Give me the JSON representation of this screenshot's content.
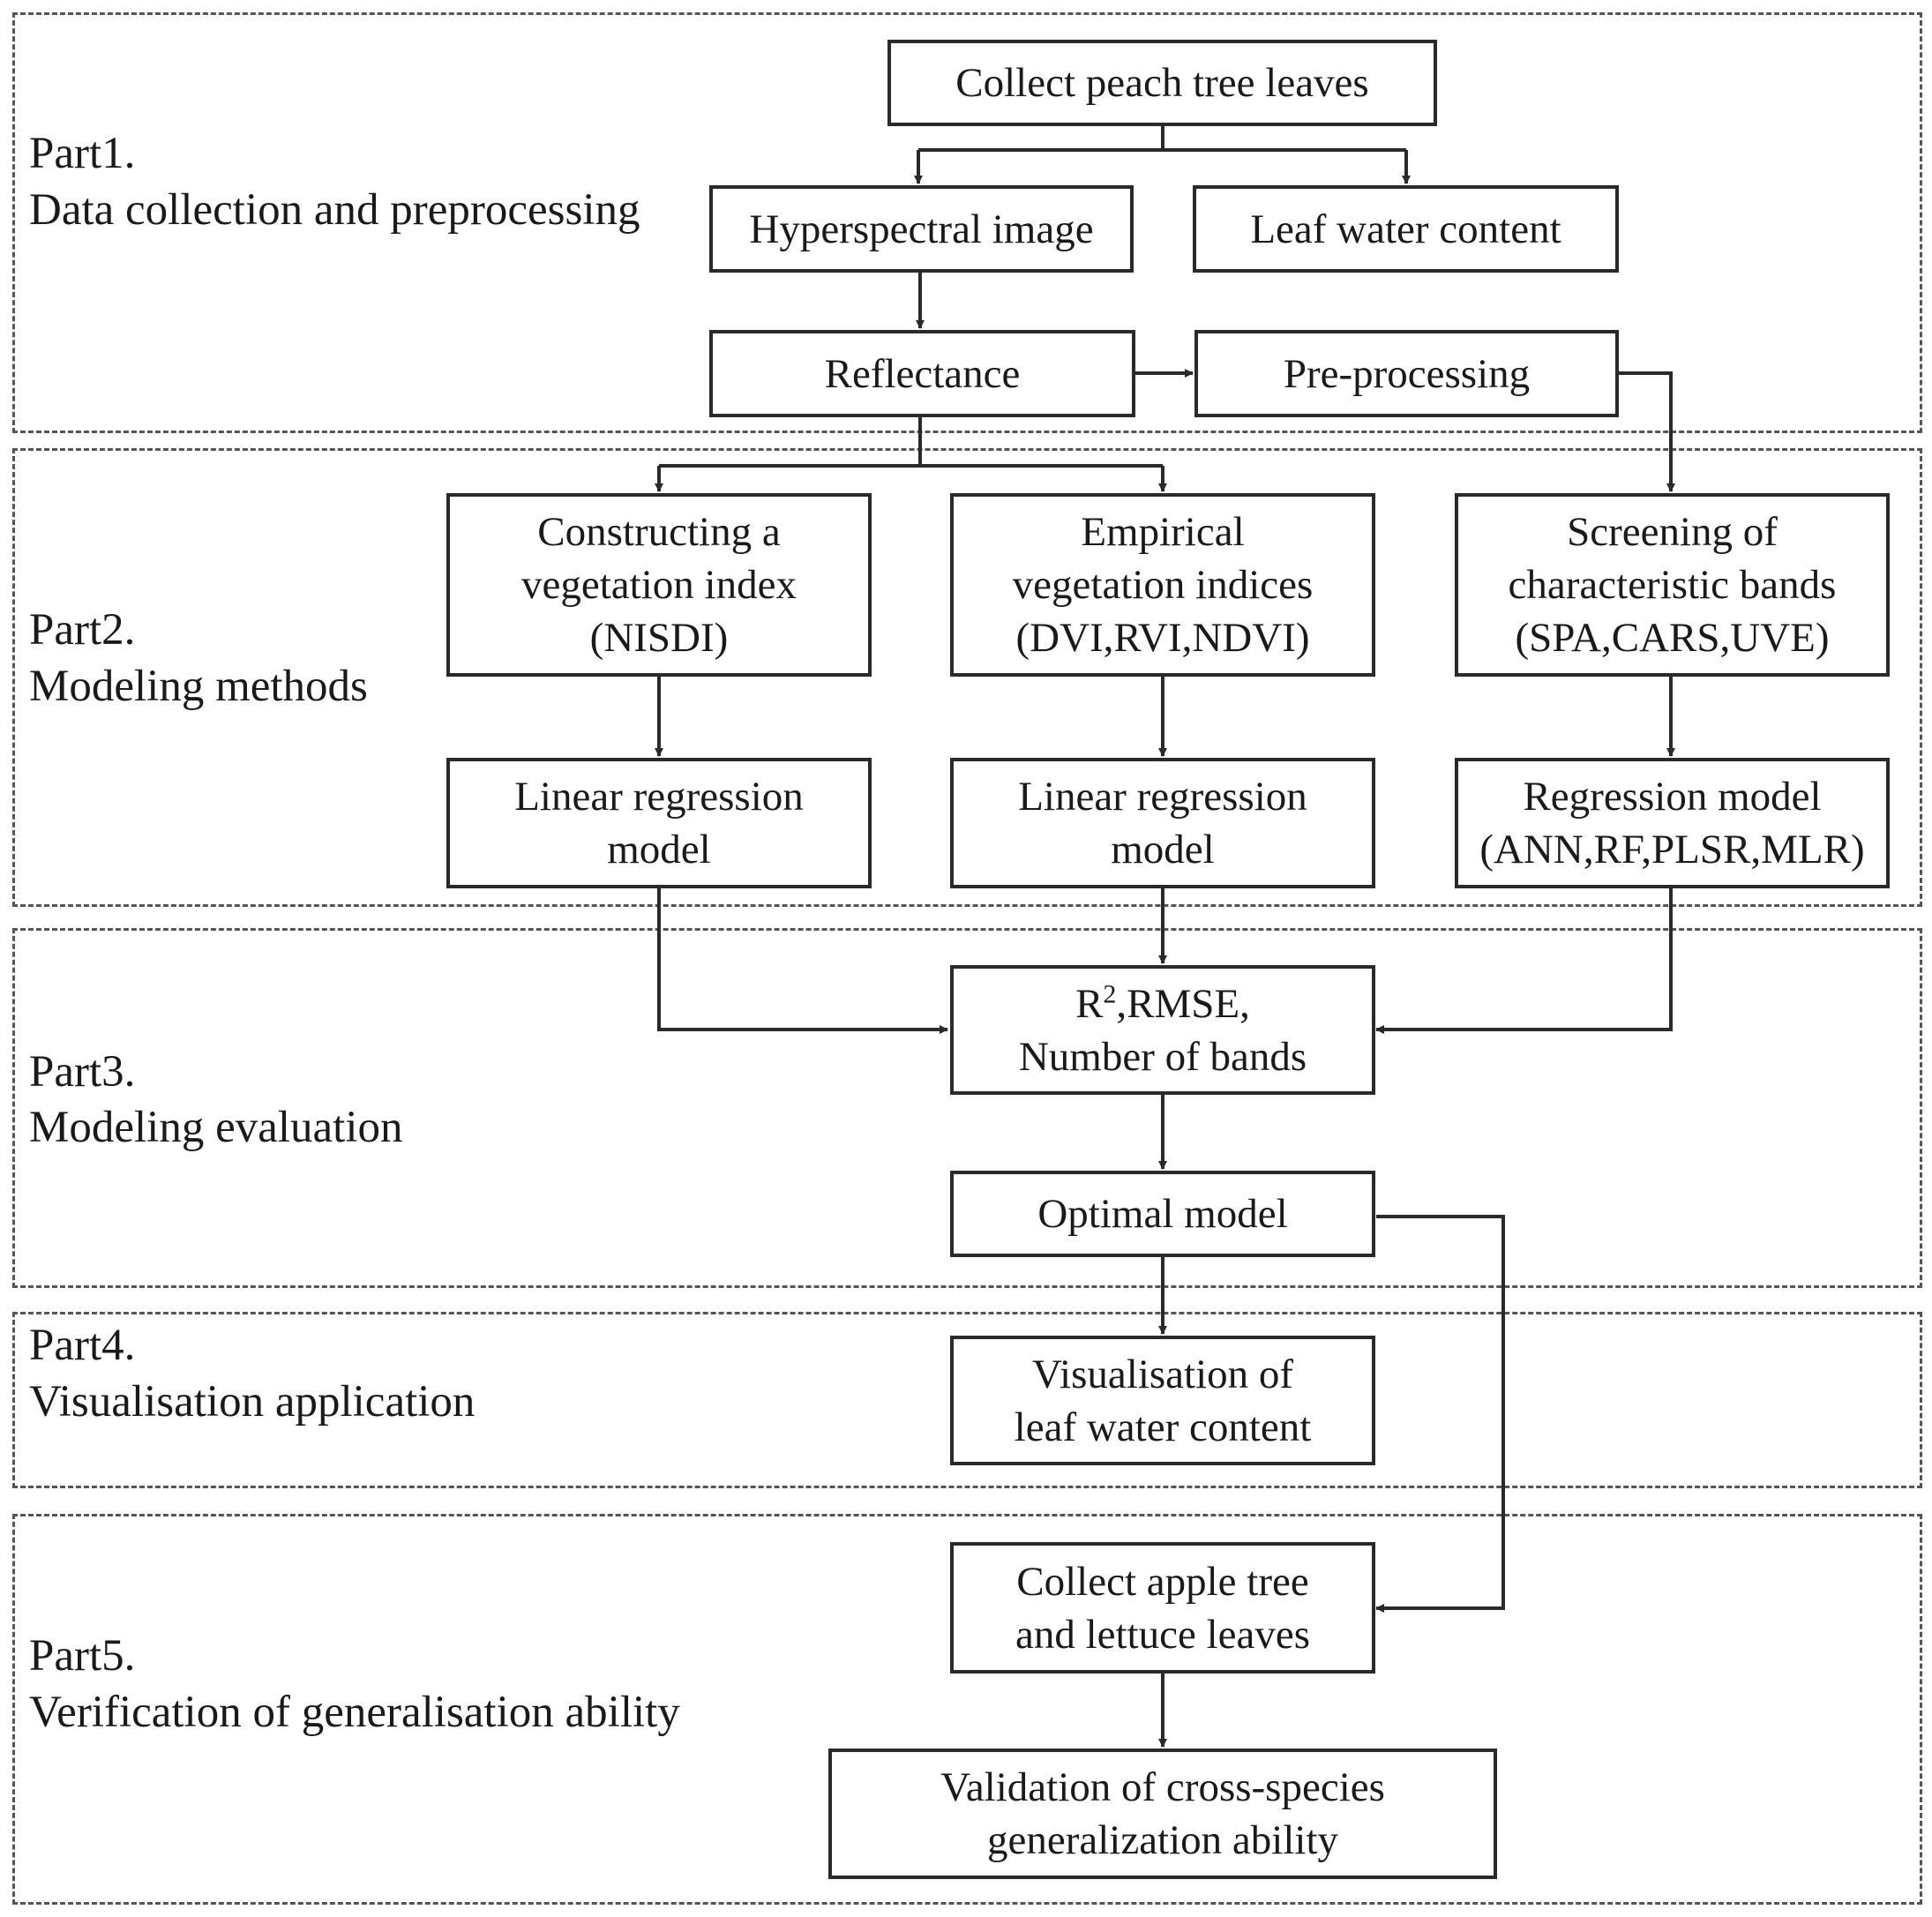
{
  "parts": [
    {
      "id": "part1",
      "title": "Part1.",
      "subtitle": "Data collection and preprocessing"
    },
    {
      "id": "part2",
      "title": "Part2.",
      "subtitle": "Modeling methods"
    },
    {
      "id": "part3",
      "title": "Part3.",
      "subtitle": "Modeling evaluation"
    },
    {
      "id": "part4",
      "title": "Part4.",
      "subtitle": "Visualisation application"
    },
    {
      "id": "part5",
      "title": "Part5.",
      "subtitle": "Verification of generalisation ability"
    }
  ],
  "nodes": {
    "collect_peach": {
      "lines": [
        "Collect peach tree leaves"
      ]
    },
    "hyperspectral": {
      "lines": [
        "Hyperspectral image"
      ]
    },
    "leaf_water": {
      "lines": [
        "Leaf water content"
      ]
    },
    "reflectance": {
      "lines": [
        "Reflectance"
      ]
    },
    "preprocessing": {
      "lines": [
        "Pre-processing"
      ]
    },
    "constructing_vi": {
      "lines": [
        "Constructing a",
        "vegetation index",
        "(NISDI)"
      ]
    },
    "empirical_vi": {
      "lines": [
        "Empirical",
        "vegetation indices",
        "(DVI,RVI,NDVI)"
      ]
    },
    "screening": {
      "lines": [
        "Screening of",
        "characteristic bands",
        "(SPA,CARS,UVE)"
      ]
    },
    "linear_reg_1": {
      "lines": [
        "Linear regression",
        "model"
      ]
    },
    "linear_reg_2": {
      "lines": [
        "Linear regression",
        "model"
      ]
    },
    "regression_model": {
      "lines": [
        "Regression model",
        "(ANN,RF,PLSR,MLR)"
      ]
    },
    "metrics": {
      "lines_r": "R",
      "lines_sup": "2",
      "lines_rest": ",RMSE,",
      "line2": "Number of bands"
    },
    "optimal": {
      "lines": [
        "Optimal model"
      ]
    },
    "visualisation": {
      "lines": [
        "Visualisation of",
        "leaf water content"
      ]
    },
    "collect_apple": {
      "lines": [
        "Collect apple tree",
        "and lettuce leaves"
      ]
    },
    "validation": {
      "lines": [
        "Validation of cross-species",
        "generalization ability"
      ]
    }
  }
}
